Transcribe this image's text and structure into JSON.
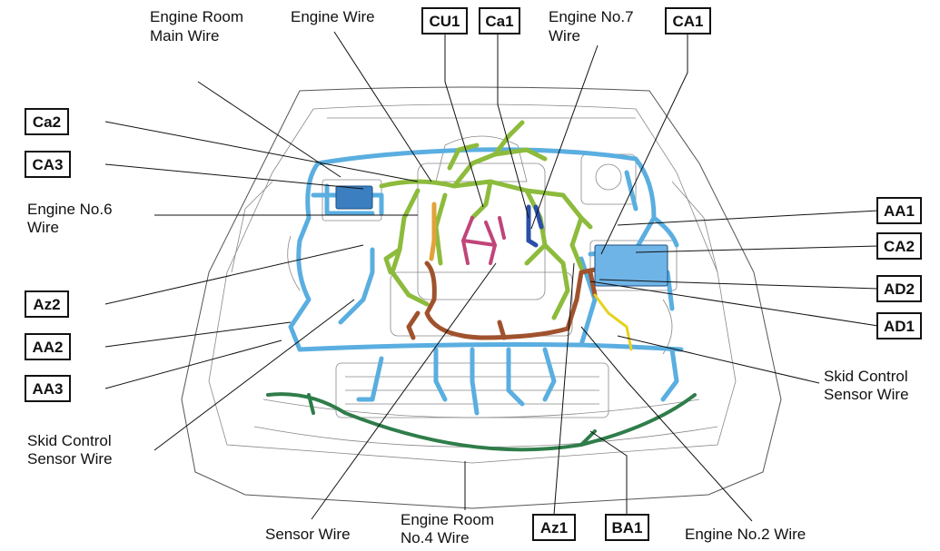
{
  "labels": {
    "engine_room_main_wire": [
      "Engine Room",
      "Main Wire"
    ],
    "engine_wire": "Engine Wire",
    "engine_no7_wire": [
      "Engine No.7",
      "Wire"
    ],
    "engine_no6_wire": [
      "Engine No.6",
      "Wire"
    ],
    "skid_control_right": [
      "Skid Control",
      "Sensor Wire"
    ],
    "skid_control_left": [
      "Skid Control",
      "Sensor Wire"
    ],
    "sensor_wire": "Sensor Wire",
    "engine_room_no4_wire": [
      "Engine Room",
      "No.4 Wire"
    ],
    "engine_no2_wire": "Engine No.2 Wire"
  },
  "connectors": {
    "cu1": "CU1",
    "ca1_lower": "Ca1",
    "ca1_upper": "CA1",
    "ca2_lower": "Ca2",
    "ca3": "CA3",
    "aa1": "AA1",
    "ca2_upper": "CA2",
    "ad2": "AD2",
    "ad1": "AD1",
    "az2": "Az2",
    "aa2": "AA2",
    "aa3": "AA3",
    "az1": "Az1",
    "ba1": "BA1"
  },
  "colors": {
    "main_wire": "#5aaee0",
    "engine_wire": "#8dbb3c",
    "engine_no2_wire": "#a0522d",
    "engine_no6_wire": "#e2a23a",
    "engine_no7_wire": "#2b4fa8",
    "pink_wire": "#c0457a",
    "skid_wire": "#e6d21e",
    "no4_wire": "#2f7d4a"
  }
}
